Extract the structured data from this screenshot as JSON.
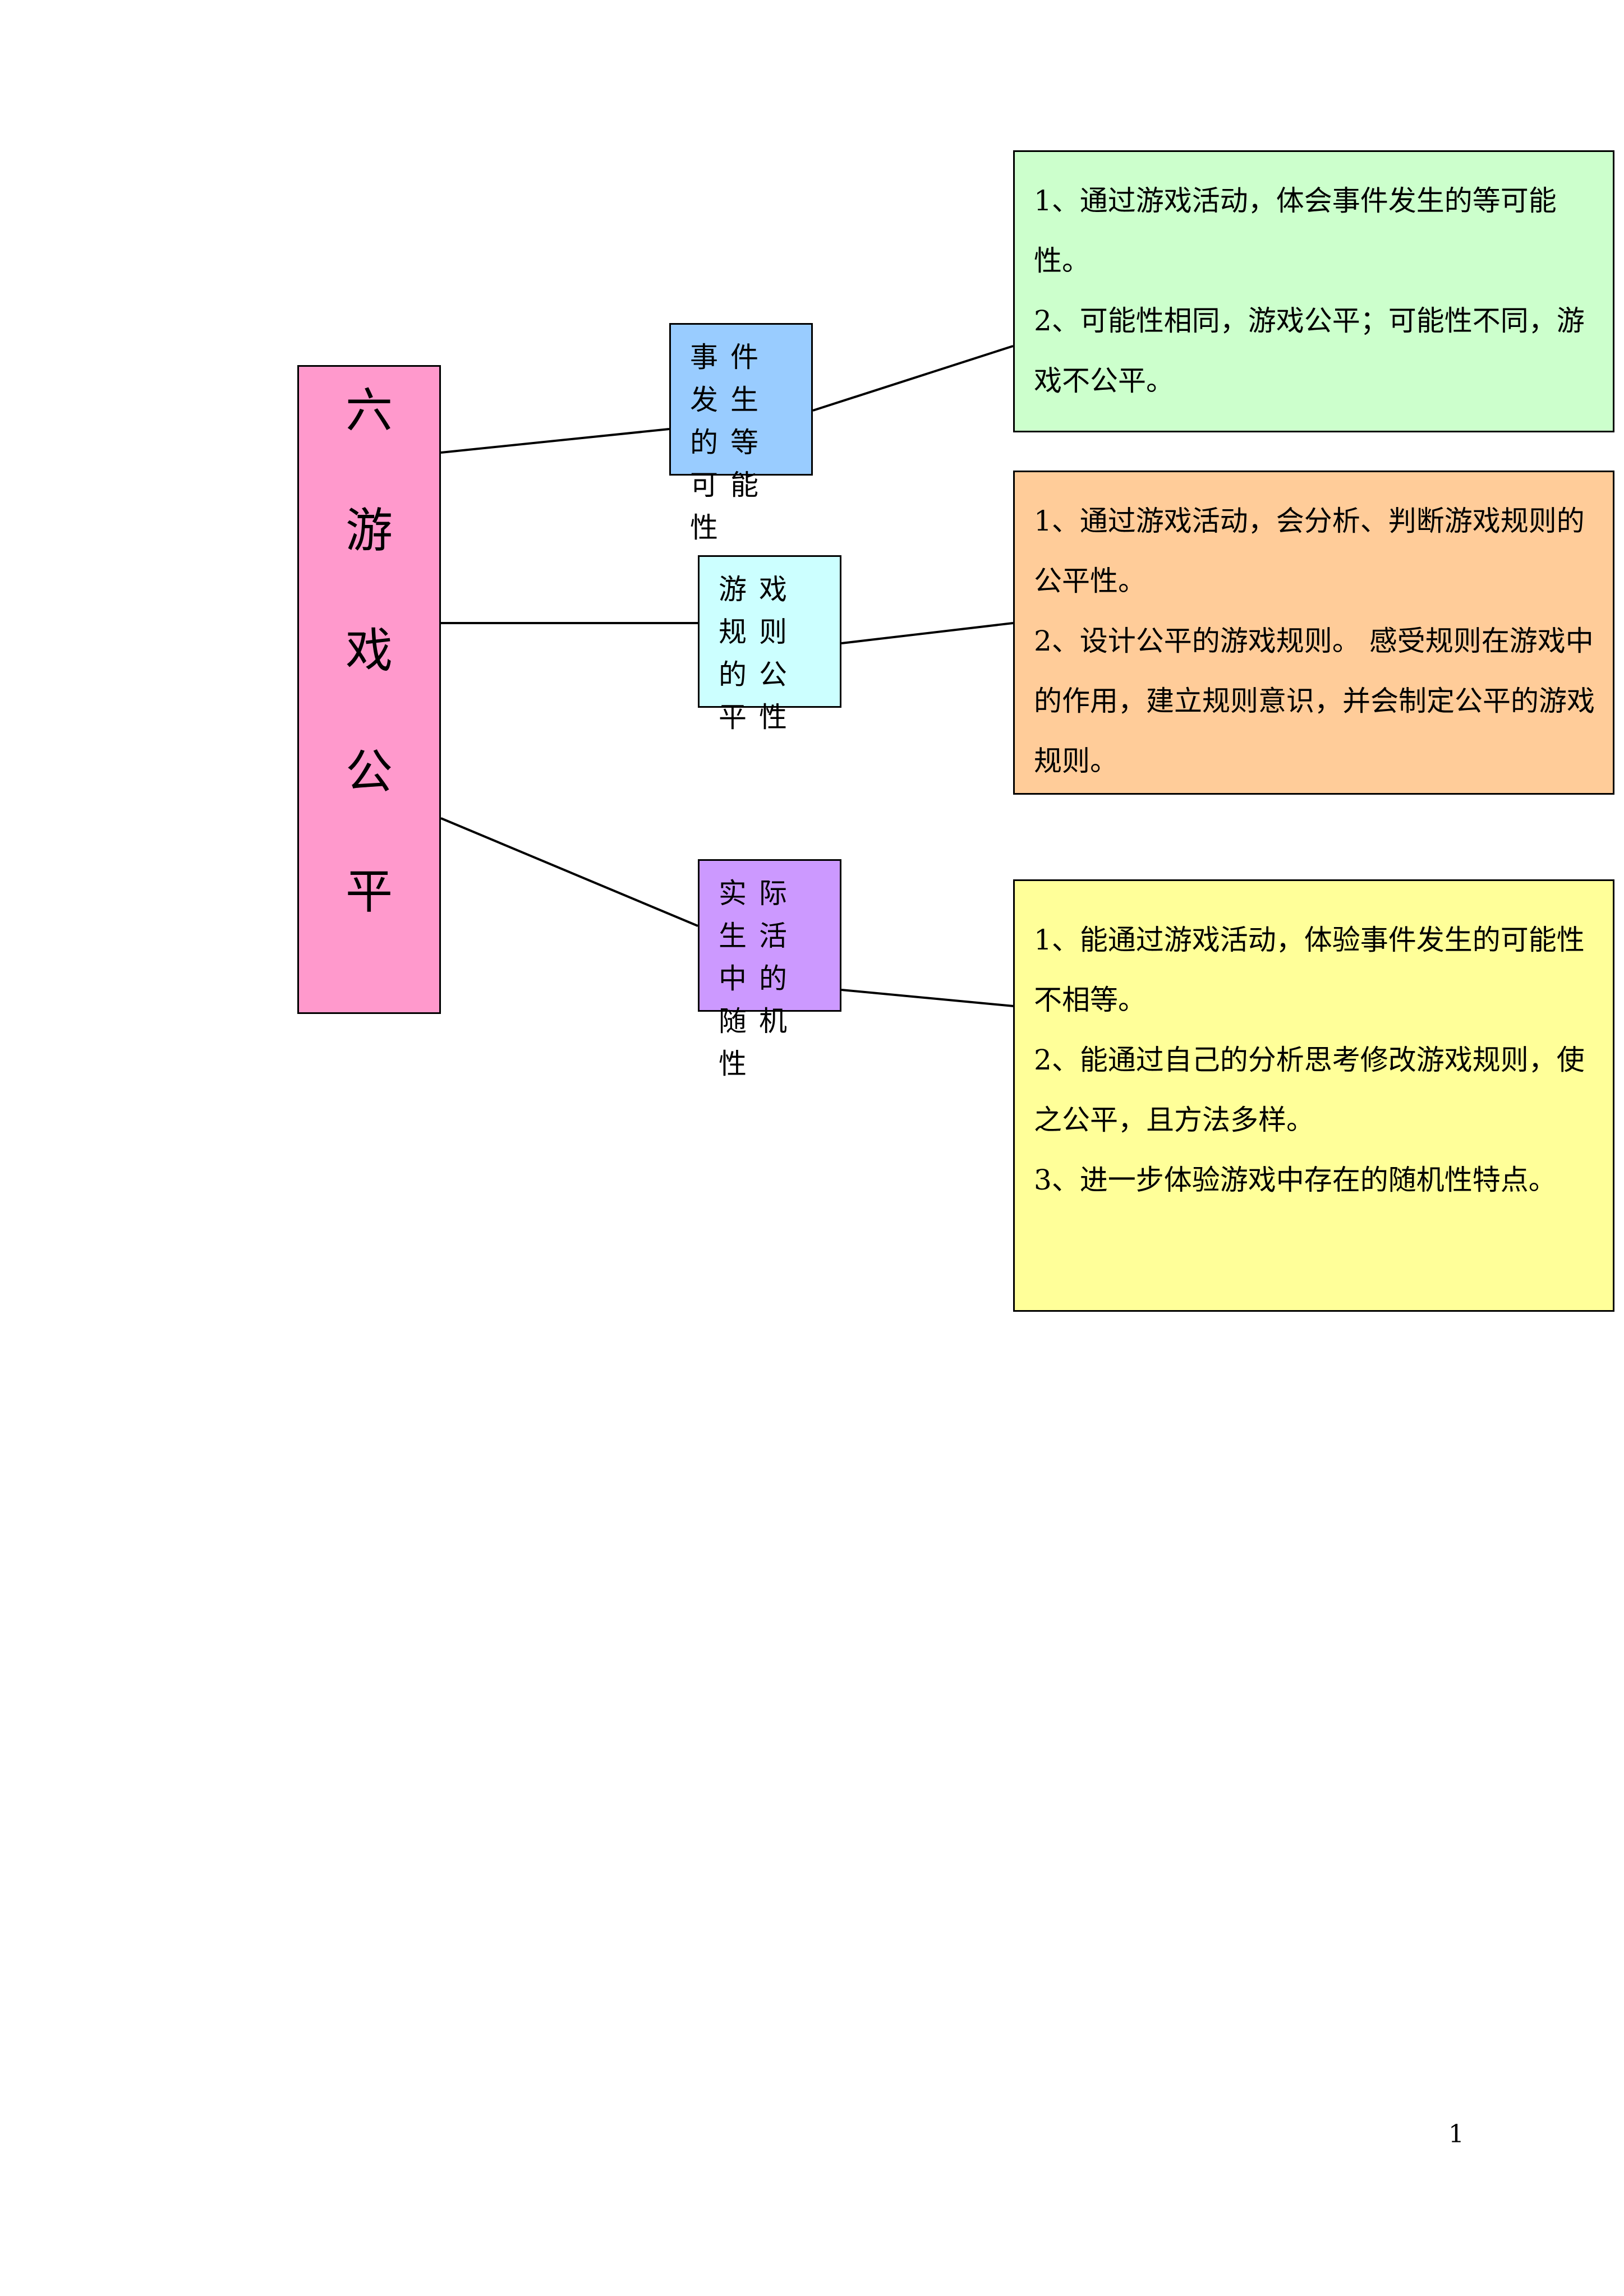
{
  "diagram": {
    "root": {
      "title_chars": [
        "六",
        "游",
        "戏",
        "公",
        "平"
      ],
      "color": "#FF99CC"
    },
    "branches": [
      {
        "label": "事件发生的等可能性",
        "color": "#99CCFF",
        "details": [
          "1、通过游戏活动，体会事件发生的等可能性。",
          "2、可能性相同，游戏公平；可能性不同，游戏不公平。"
        ],
        "detail_color": "#CCFFCC"
      },
      {
        "label": "游戏规则的公平性",
        "color": "#CCFFFF",
        "details": [
          "1、通过游戏活动，会分析、判断游戏规则的公平性。",
          "2、设计公平的游戏规则。 感受规则在游戏中的作用，建立规则意识，并会制定公平的游戏规则。"
        ],
        "detail_color": "#FFCC99"
      },
      {
        "label": "实际生活中的随机性",
        "color": "#CC99FF",
        "details": [
          "1、能通过游戏活动，体验事件发生的可能性不相等。",
          "2、能通过自己的分析思考修改游戏规则，使之公平，且方法多样。",
          " 3、进一步体验游戏中存在的随机性特点。"
        ],
        "detail_color": "#FFFF99"
      }
    ],
    "line_color": "#000000"
  },
  "page": {
    "number": "1"
  }
}
